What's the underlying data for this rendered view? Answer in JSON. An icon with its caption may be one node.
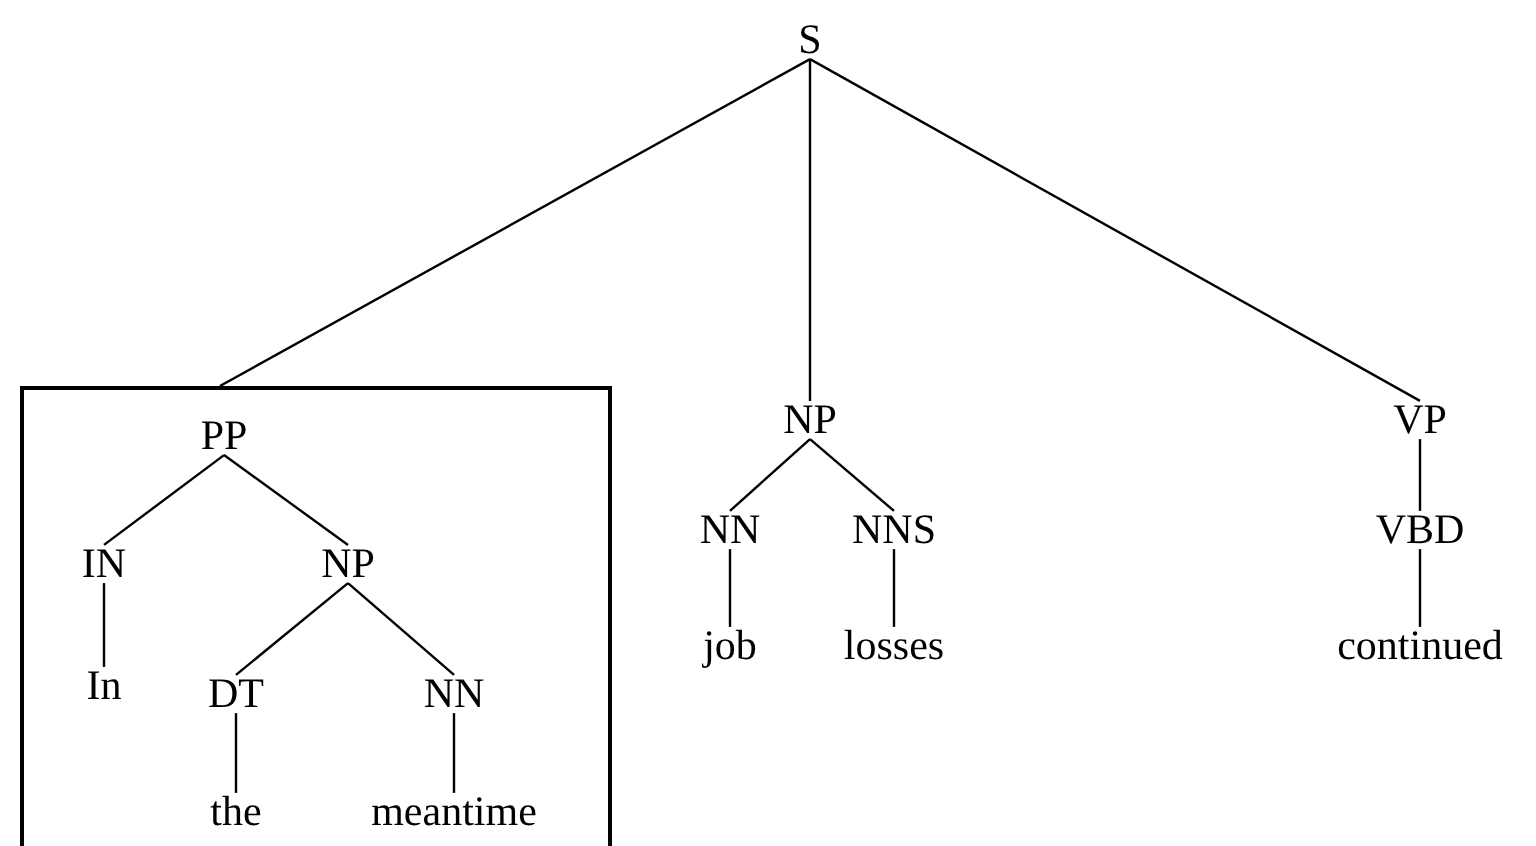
{
  "diagram": {
    "nodes": [
      {
        "text": [
          "S"
        ]
      },
      {
        "text": [],
        "shape": "box"
      },
      {
        "text": [
          "PP"
        ],
        "in": 1
      },
      {
        "text": [
          "IN"
        ],
        "in": 1
      },
      {
        "text": [
          "NP"
        ],
        "in": 1
      },
      {
        "text": [
          "In"
        ],
        "in": 1
      },
      {
        "text": [
          "DT"
        ],
        "in": 1
      },
      {
        "text": [
          "NN"
        ],
        "in": 1
      },
      {
        "text": [
          "the"
        ],
        "in": 1
      },
      {
        "text": [
          "meantime"
        ],
        "in": 1
      },
      {
        "text": [
          "NP"
        ]
      },
      {
        "text": [
          "NN"
        ]
      },
      {
        "text": [
          "NNS"
        ]
      },
      {
        "text": [
          "job"
        ]
      },
      {
        "text": [
          "losses"
        ]
      },
      {
        "text": [
          "VP"
        ]
      },
      {
        "text": [
          "VBD"
        ]
      },
      {
        "text": [
          "continued"
        ]
      }
    ],
    "edges": [
      {
        "from": 0,
        "to": 1,
        "arrow": "none"
      },
      {
        "from": 0,
        "to": 10,
        "arrow": "none"
      },
      {
        "from": 0,
        "to": 15,
        "arrow": "none"
      },
      {
        "from": 2,
        "to": 3,
        "arrow": "none"
      },
      {
        "from": 2,
        "to": 4,
        "arrow": "none"
      },
      {
        "from": 3,
        "to": 5,
        "arrow": "none"
      },
      {
        "from": 4,
        "to": 6,
        "arrow": "none"
      },
      {
        "from": 4,
        "to": 7,
        "arrow": "none"
      },
      {
        "from": 6,
        "to": 8,
        "arrow": "none"
      },
      {
        "from": 7,
        "to": 9,
        "arrow": "none"
      },
      {
        "from": 10,
        "to": 11,
        "arrow": "none"
      },
      {
        "from": 10,
        "to": 12,
        "arrow": "none"
      },
      {
        "from": 11,
        "to": 13,
        "arrow": "none"
      },
      {
        "from": 12,
        "to": 14,
        "arrow": "none"
      },
      {
        "from": 15,
        "to": 16,
        "arrow": "none"
      },
      {
        "from": 16,
        "to": 17,
        "arrow": "none"
      }
    ]
  }
}
